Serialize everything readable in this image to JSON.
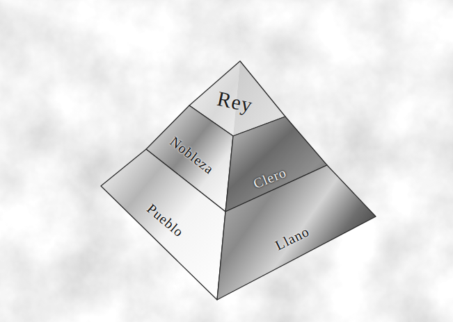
{
  "diagram": {
    "nodes": [
      {
        "text": [
          "Rey"
        ]
      },
      {
        "text": [
          "Nobleza"
        ]
      },
      {
        "text": [
          "Clero"
        ]
      },
      {
        "text": [
          "Pueblo"
        ]
      },
      {
        "text": [
          "Llano"
        ]
      }
    ]
  }
}
